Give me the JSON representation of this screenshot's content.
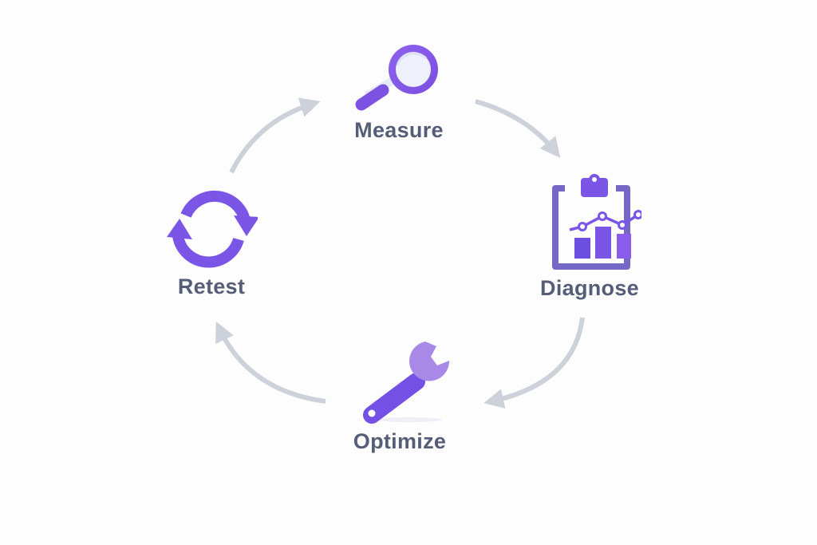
{
  "diagram": {
    "title": "",
    "colors": {
      "accent": "#7b55e6",
      "accent_light": "#a68ce8",
      "clipboard": "#7467c5",
      "arrow": "#ccd1da",
      "label": "#565d76",
      "background": "#fdfdfe"
    },
    "steps": [
      {
        "id": "measure",
        "label": "Measure",
        "icon": "magnifier-icon"
      },
      {
        "id": "diagnose",
        "label": "Diagnose",
        "icon": "clipboard-chart-icon"
      },
      {
        "id": "optimize",
        "label": "Optimize",
        "icon": "wrench-icon"
      },
      {
        "id": "retest",
        "label": "Retest",
        "icon": "refresh-cycle-icon"
      }
    ],
    "flow": [
      {
        "from": "measure",
        "to": "diagnose"
      },
      {
        "from": "diagnose",
        "to": "optimize"
      },
      {
        "from": "optimize",
        "to": "retest"
      },
      {
        "from": "retest",
        "to": "measure"
      }
    ]
  }
}
